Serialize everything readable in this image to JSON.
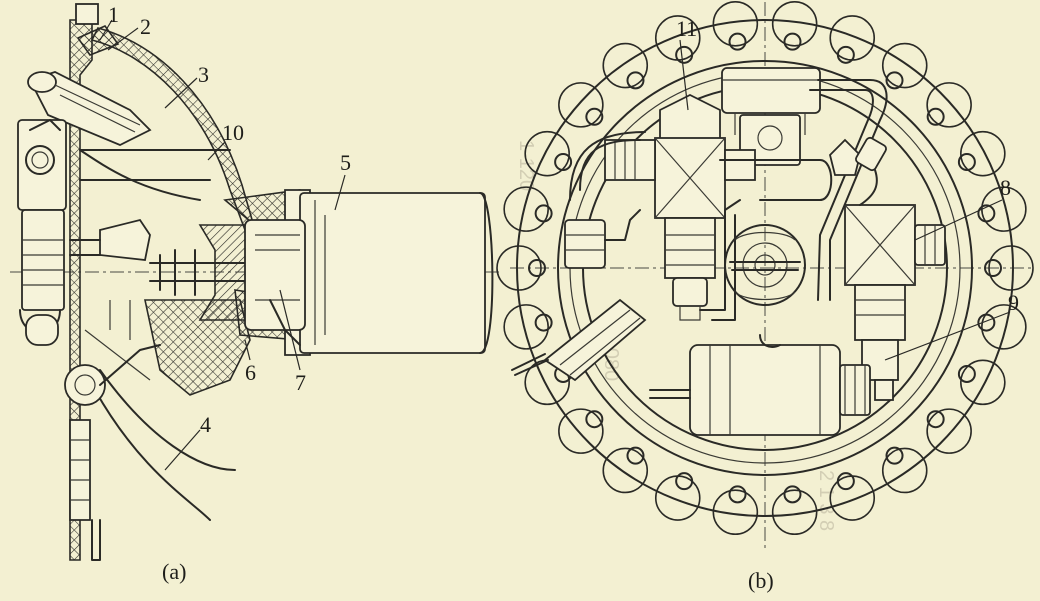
{
  "figure": {
    "labels": [
      "1",
      "2",
      "3",
      "4",
      "5",
      "6",
      "7",
      "8",
      "9",
      "10",
      "11"
    ],
    "caption_a": "(a)",
    "caption_b": "(b)"
  }
}
